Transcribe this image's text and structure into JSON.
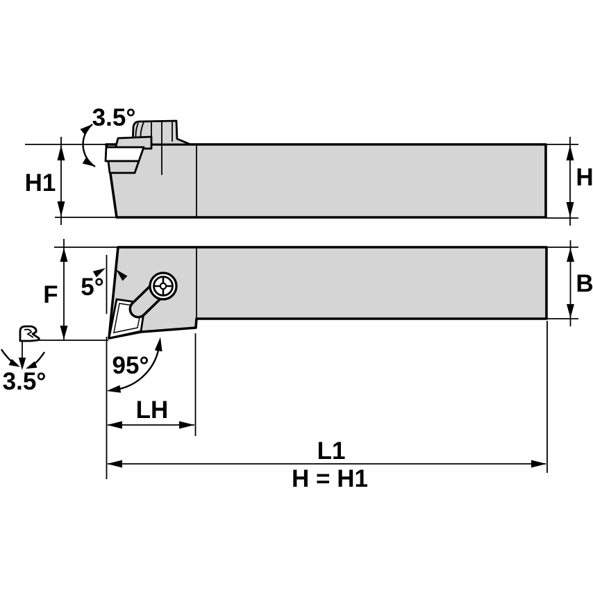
{
  "colors": {
    "body_fill": "#d5d5d5",
    "line": "#000000",
    "background": "#ffffff"
  },
  "side_view": {
    "clamp_angle_label": "3.5°",
    "left_height_label": "H1",
    "right_height_label": "H"
  },
  "plan_view": {
    "clearance_angle_label": "5°",
    "lead_angle_label": "95°",
    "tip_height_label": "F",
    "shank_width_label": "B",
    "head_length_label": "LH",
    "overall_length_label": "L1",
    "insert_tilt_angle_label": "3.5°"
  },
  "footnote": {
    "equality_note": "H = H1"
  }
}
